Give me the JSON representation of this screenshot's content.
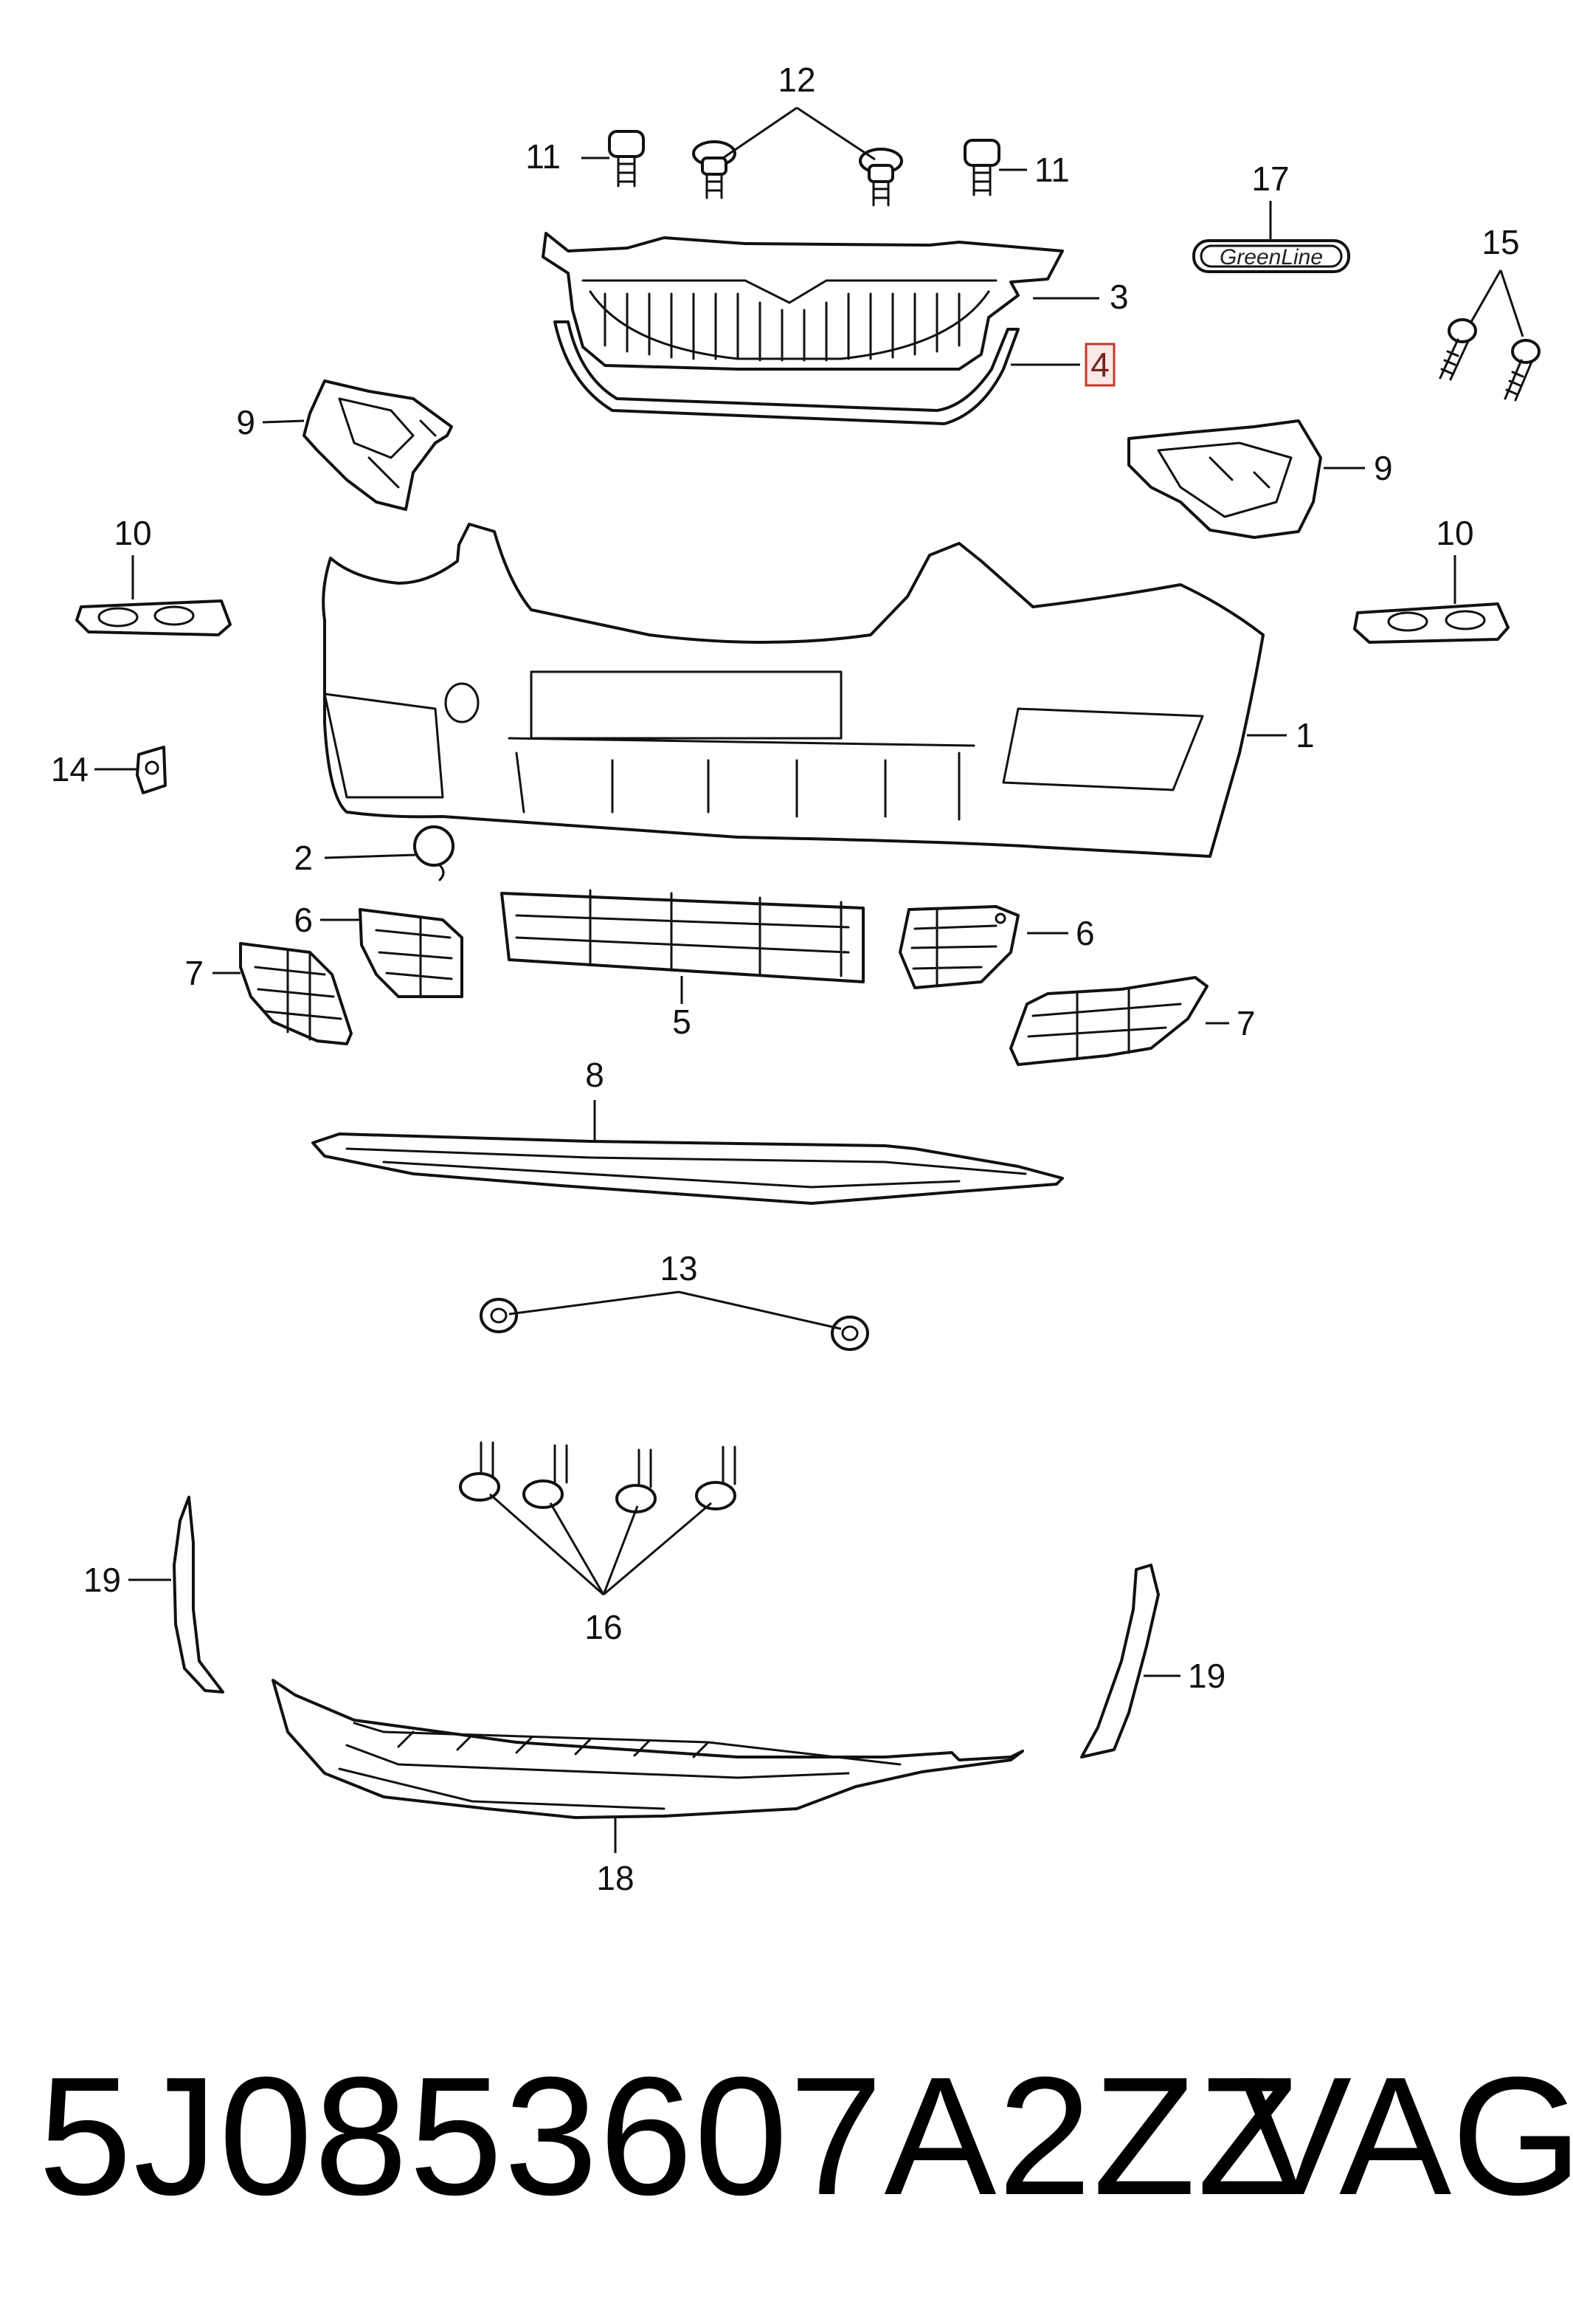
{
  "diagram": {
    "callouts": {
      "c1": "1",
      "c2": "2",
      "c3": "3",
      "c4": "4",
      "c5": "5",
      "c6": "6",
      "c7": "7",
      "c8": "8",
      "c9": "9",
      "c10": "10",
      "c11": "11",
      "c12": "12",
      "c13": "13",
      "c14": "14",
      "c15": "15",
      "c16": "16",
      "c17": "17",
      "c18": "18",
      "c19": "19"
    },
    "highlighted_callout": "4",
    "emblem_text": "GreenLine"
  },
  "footer": {
    "part_number": "5J0853607A2ZZ",
    "brand": "VAG"
  }
}
